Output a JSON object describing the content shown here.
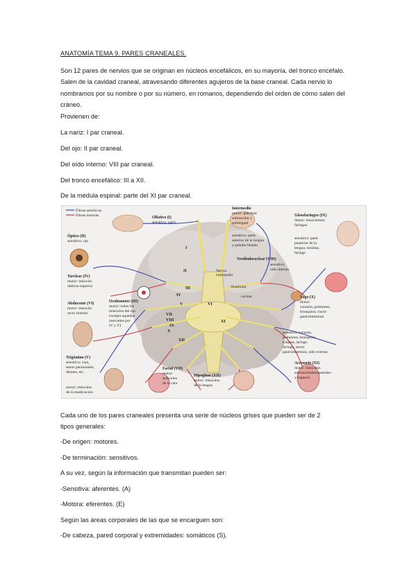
{
  "title": "ANATOMÍA TEMA 9. PARES CRANEALES.",
  "intro": "Son 12 pares de nervios que se originan en núcleos encefálicos, en su mayoría, del tronco encéfalo. Salen de la cavidad craneal, atravesando diferentes agujeros de la base craneal. Cada nervio lo nombramos por su nombre o por su número, en romanos, dependiendo del orden de cómo salen del cráneo.",
  "origin_heading": "Provienen de:",
  "origins": [
    "La nariz: I par craneal.",
    "Del ojo: II par craneal.",
    "Del oído interno: VIII par craneal.",
    "Del tronco encefálico: III a XII.",
    "De la médula espinal: parte del XI par craneal."
  ],
  "figure": {
    "legend_sensory": "Fibras sensitivas",
    "legend_motor": "Fibras motoras",
    "olfativo": [
      "Olfativo (I)",
      "sensitivo: nariz"
    ],
    "optico": [
      "Óptico (II)",
      "sensitivo: ojo"
    ],
    "troclear": [
      "Torclear (IV)",
      "motor: músculo",
      "oblicuo superior"
    ],
    "abducente": [
      "Abducente (VI)",
      "motor: músculo",
      "recto externo"
    ],
    "oculomotor": [
      "Oculomotor (III)",
      "motor: todos los",
      "músculos del ojo",
      "excepto aquellos",
      "inervados por",
      "IV y VI"
    ],
    "trigemino": [
      "Trigémino (V)",
      "sensitivo: cara,",
      "senos paranasales,",
      "dientes, etc."
    ],
    "trigemino_motor": [
      "motor: músculos",
      "de la masticación"
    ],
    "intermedio": [
      "Intermedio",
      "motor: glándula",
      "submaxilar y",
      "sublingual"
    ],
    "intermedio_sens": [
      "sensitivo: parte",
      "anterior de la lengua",
      "y paladar blando"
    ],
    "nervio_intermedio": [
      "Nervio",
      "intermedio"
    ],
    "vestibulococlear": [
      "Vestibulococlear (VIII)",
      "sensitivo:",
      "oído interno"
    ],
    "vestibular": "Vestibular",
    "coclear": "coclear",
    "glosofaringeo": [
      "Glosofaríngeo (IX)",
      "motor: musculatura",
      "faringea"
    ],
    "glosofaringeo_sens": [
      "sensitivo: parte",
      "posterior de la",
      "lengua, tonsilas,",
      "faringe"
    ],
    "vago": [
      "Vago (X)",
      "motor:",
      "corazón, pulmones,",
      "bronquios, tracto",
      "gastrointestinal"
    ],
    "vago_sens": [
      "sensitivo: corazón,",
      "pulmones, bronquios,",
      "tráquea, laringe,",
      "faringe, tracto",
      "gastrointestinal, oído externo"
    ],
    "facial": [
      "Facial (VII)",
      "motor:",
      "músculos",
      "de la cara"
    ],
    "hipogloso": [
      "Hipogloso (XII)",
      "motor: músculos",
      "de la lengua"
    ],
    "accesorio": [
      "Accesorio (XI)",
      "motor: músculos",
      "esternocleidomastoideo",
      "y trapecio"
    ],
    "numerals": [
      "I",
      "II",
      "III",
      "IV",
      "V",
      "VI",
      "VII",
      "VIII",
      "IX",
      "X",
      "XI",
      "XII"
    ],
    "colors": {
      "sensory": "#3b46a8",
      "motor": "#c23a3a",
      "nerve": "#e9dc7a",
      "brain": "#cfc8c4"
    }
  },
  "after_figure": [
    "Cada uno de los pares craneales presenta una serie de núcleos grises que pueden ser de 2",
    "tipos generales:",
    "-De origen: motores.",
    "-De terminación: sensitivos.",
    "A su vez, según la información que transmitan pueden ser:",
    "-Sensitiva: aferentes. (A)",
    "-Motora: eferentes. (E)",
    "Según las áreas corporales de las que se encarguen son:",
    "-De cabeza, pared corporal y extremidades: somáticos (S)."
  ]
}
